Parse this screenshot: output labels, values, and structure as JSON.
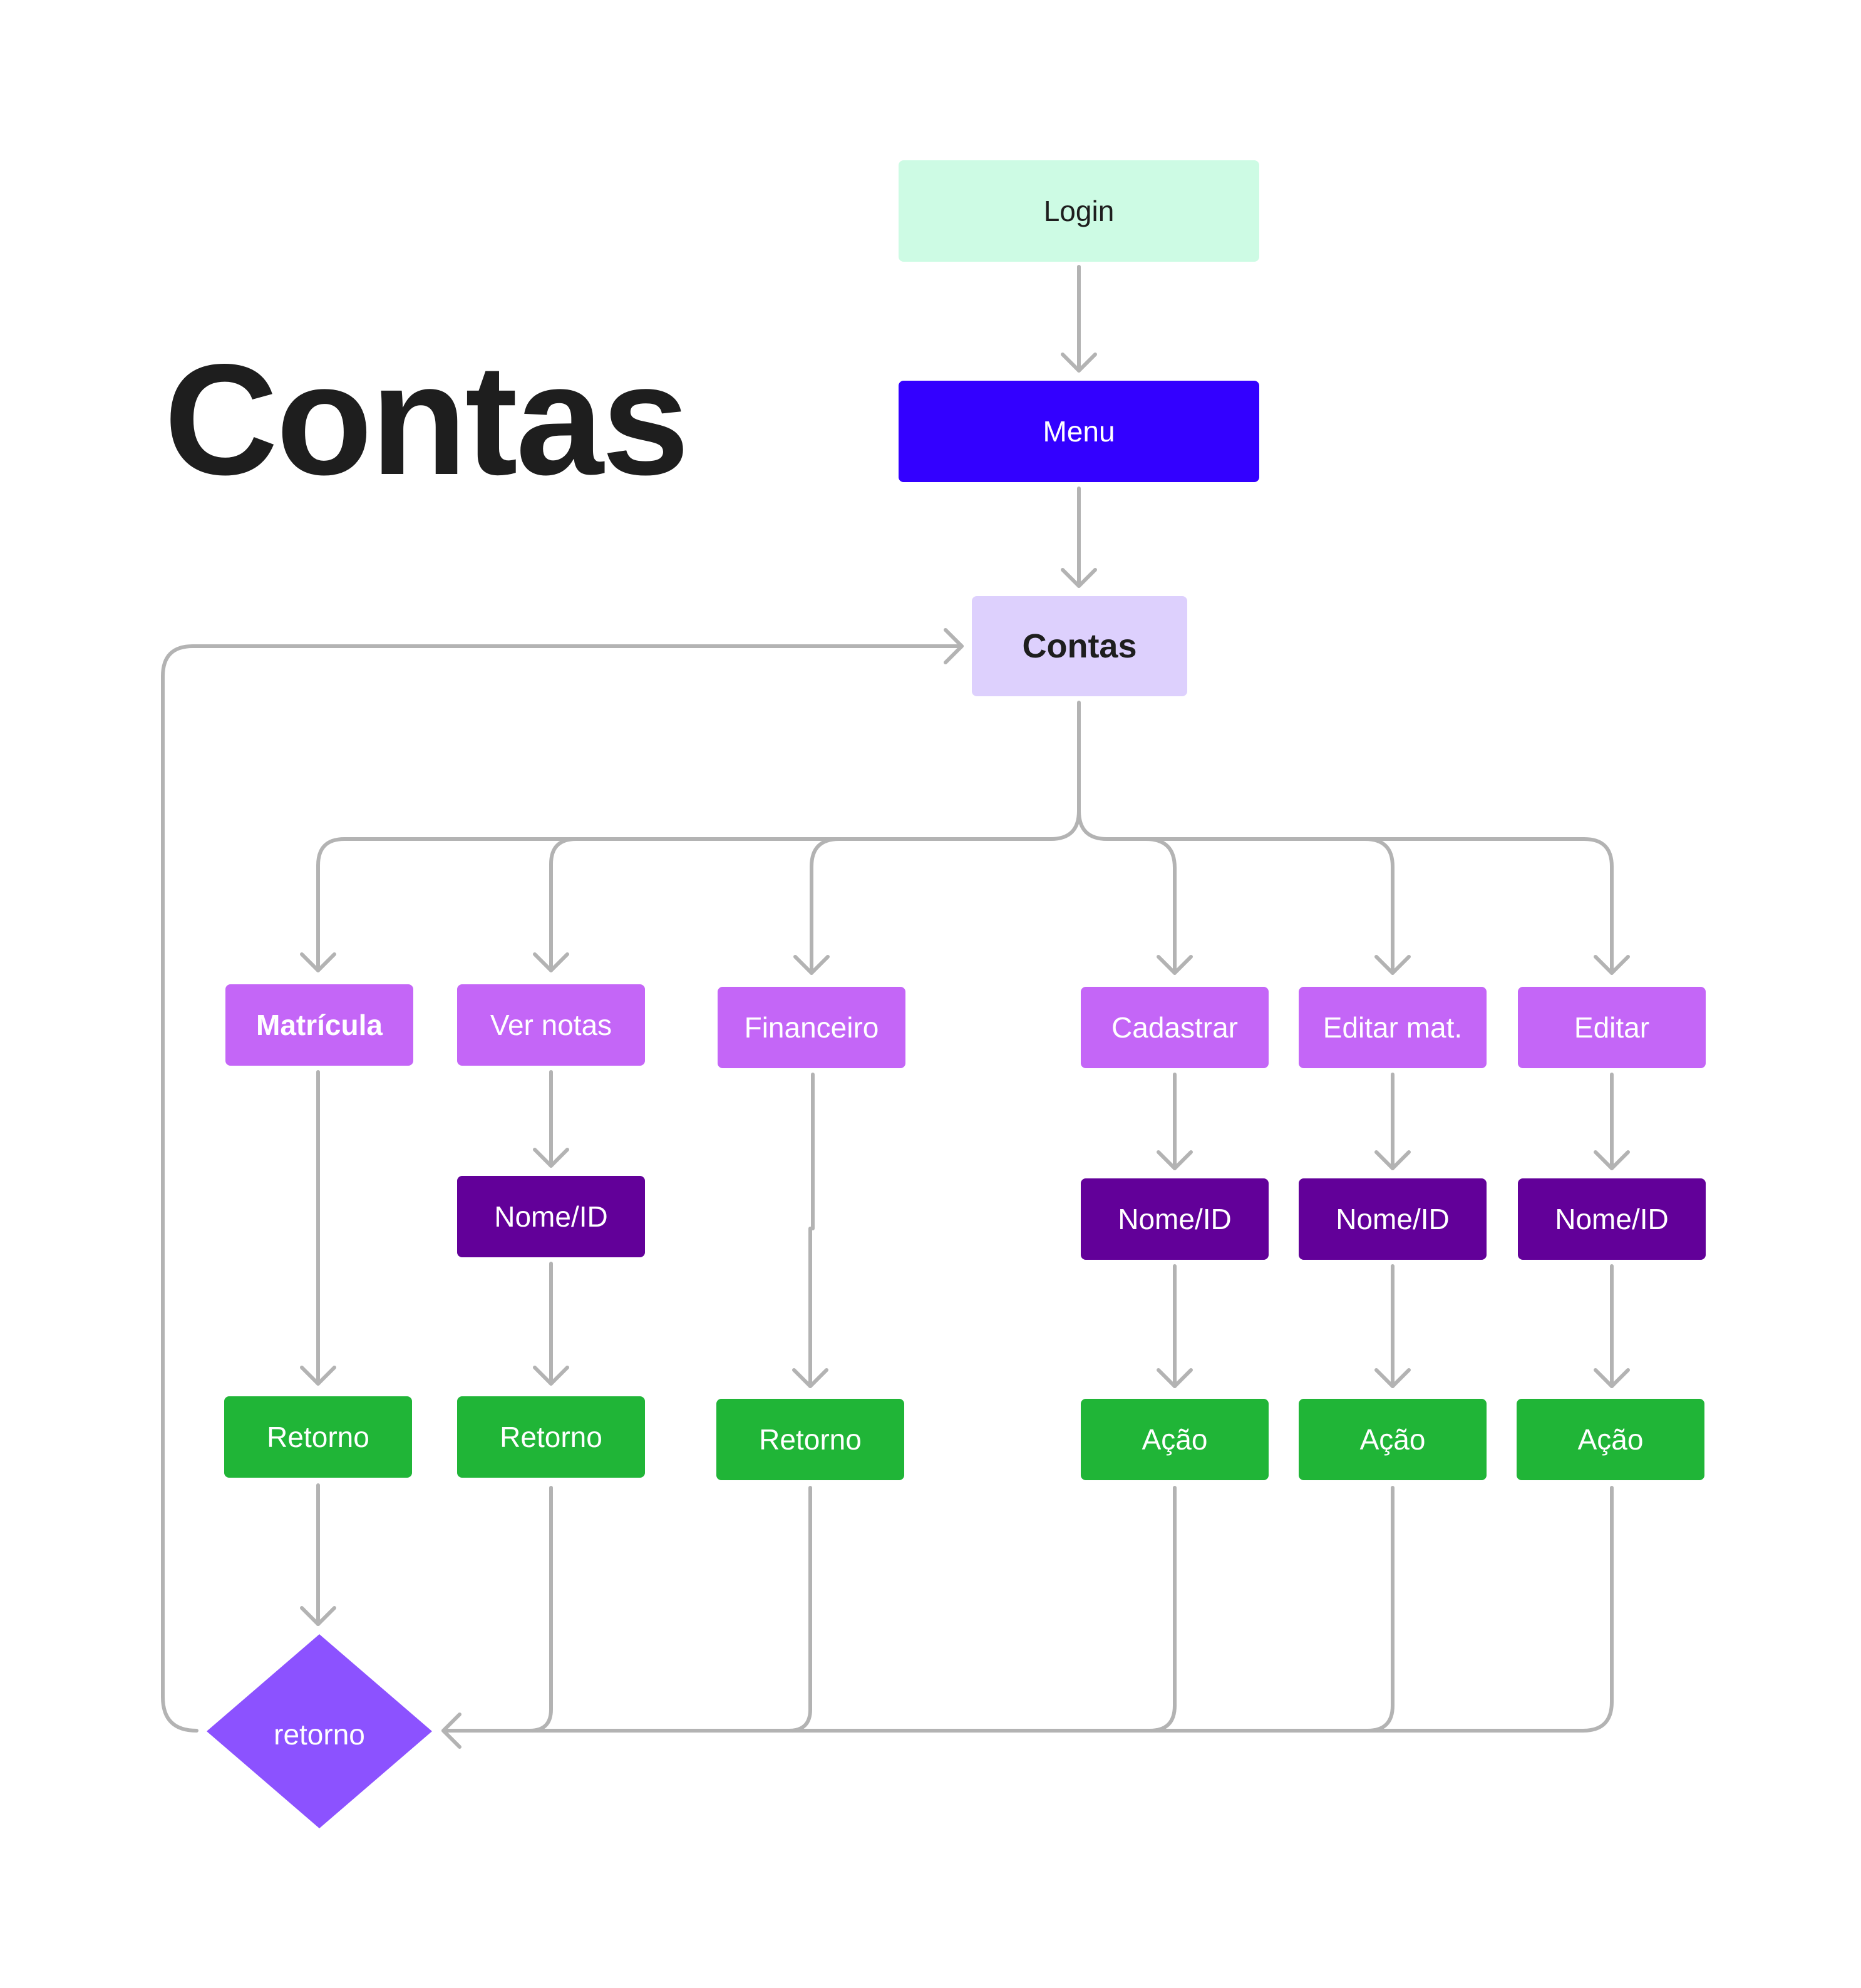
{
  "title": "Contas",
  "colors": {
    "login": "#cdfbe4",
    "menu": "#3300ff",
    "contas": "#ddd0fd",
    "option": "#c466f7",
    "nome_id": "#620099",
    "result": "#20b537",
    "retorno_diamond": "#8c52ff",
    "connector": "#b3b3b3"
  },
  "nodes": {
    "login": "Login",
    "menu": "Menu",
    "contas": "Contas",
    "options": [
      "Matrícula",
      "Ver notas",
      "Financeiro",
      "Cadastrar",
      "Editar mat.",
      "Editar"
    ],
    "nome_id": [
      "Nome/ID",
      "Nome/ID",
      "Nome/ID",
      "Nome/ID"
    ],
    "results": [
      "Retorno",
      "Retorno",
      "Retorno",
      "Ação",
      "Ação",
      "Ação"
    ],
    "retorno_diamond": "retorno"
  },
  "edges": [
    [
      "Login",
      "Menu"
    ],
    [
      "Menu",
      "Contas"
    ],
    [
      "Contas",
      "Matrícula"
    ],
    [
      "Contas",
      "Ver notas"
    ],
    [
      "Contas",
      "Financeiro"
    ],
    [
      "Contas",
      "Cadastrar"
    ],
    [
      "Contas",
      "Editar mat."
    ],
    [
      "Contas",
      "Editar"
    ],
    [
      "Matrícula",
      "Retorno"
    ],
    [
      "Ver notas",
      "Nome/ID"
    ],
    [
      "Nome/ID",
      "Retorno"
    ],
    [
      "Financeiro",
      "Retorno"
    ],
    [
      "Cadastrar",
      "Nome/ID"
    ],
    [
      "Nome/ID",
      "Ação"
    ],
    [
      "Editar mat.",
      "Nome/ID"
    ],
    [
      "Nome/ID",
      "Ação"
    ],
    [
      "Editar",
      "Nome/ID"
    ],
    [
      "Nome/ID",
      "Ação"
    ],
    [
      "Retorno",
      "retorno"
    ],
    [
      "Retorno",
      "retorno"
    ],
    [
      "Retorno",
      "retorno"
    ],
    [
      "Ação",
      "retorno"
    ],
    [
      "Ação",
      "retorno"
    ],
    [
      "Ação",
      "retorno"
    ],
    [
      "retorno",
      "Contas"
    ]
  ]
}
